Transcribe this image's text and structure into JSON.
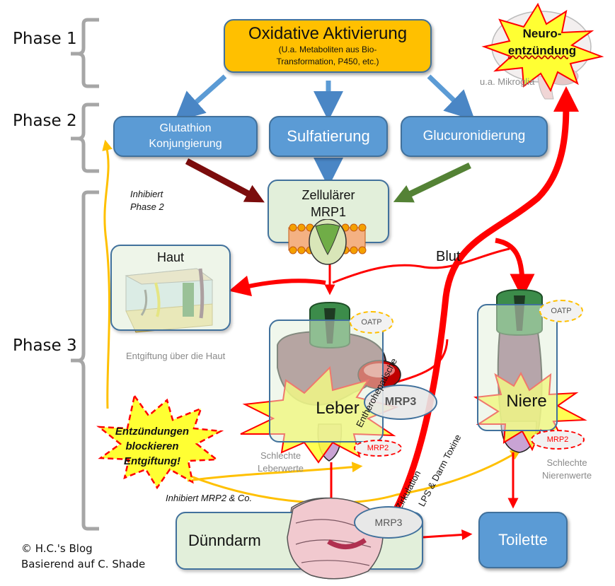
{
  "phases": [
    {
      "label": "Phase 1"
    },
    {
      "label": "Phase 2"
    },
    {
      "label": "Phase 3"
    }
  ],
  "phase1": {
    "title": "Oxidative Aktivierung",
    "subtitle_line1": "(U.a. Metaboliten aus Bio-",
    "subtitle_line2": "Transformation, P450, etc.)"
  },
  "phase2": {
    "boxes": [
      {
        "line1": "Glutathion",
        "line2": "Konjungierung"
      },
      {
        "line1": "Sulfatierung"
      },
      {
        "line1": "Glucuronidierung"
      }
    ]
  },
  "mrp1": {
    "line1": "Zellulärer",
    "line2": "MRP1"
  },
  "neuro": {
    "burst_line1": "Neuro-",
    "burst_line2": "entzündung",
    "caption": "u.a. Mikroglia"
  },
  "haut": {
    "title": "Haut",
    "caption": "Entgiftung über die Haut"
  },
  "blut": "Blut",
  "leber": {
    "burst": "Leber",
    "oatp": "OATP",
    "mrp3": "MRP3",
    "mrp2": "MRP2",
    "caption_line1": "Schlechte",
    "caption_line2": "Leberwerte"
  },
  "niere": {
    "burst": "Niere",
    "oatp": "OATP",
    "mrp2": "MRP2",
    "caption_line1": "Schlechte",
    "caption_line2": "Nierenwerte"
  },
  "inflammation": {
    "line1": "Entzündungen",
    "line2": "blockieren",
    "line3": "Entgiftung!"
  },
  "annotations": {
    "inhibits_phase2_line1": "Inhibiert",
    "inhibits_phase2_line2": "Phase 2",
    "inhibits_mrp2": "Inhibiert MRP2 & Co.",
    "enterohepatic_line1": "Entherohepatische",
    "enterohepatic_line2": "Zirkulation",
    "enterohepatic_line3": "LPS & Darm Toxine"
  },
  "duenndarm": {
    "title": "Dünndarm",
    "mrp3": "MRP3"
  },
  "toilette": "Toilette",
  "footer": {
    "line1": "© H.C.'s Blog",
    "line2": "Basierend auf C. Shade"
  },
  "colors": {
    "phase1_fill": "#ffc000",
    "phase2_fill": "#5b9bd5",
    "organ_box_fill": "#e2efda",
    "blood_red": "#ff0000",
    "inhibit_yellow": "#ffc000",
    "glutathion_arrow": "#7b0c0c",
    "glucuronid_arrow": "#548235",
    "burst_yellow": "#ffff33"
  }
}
